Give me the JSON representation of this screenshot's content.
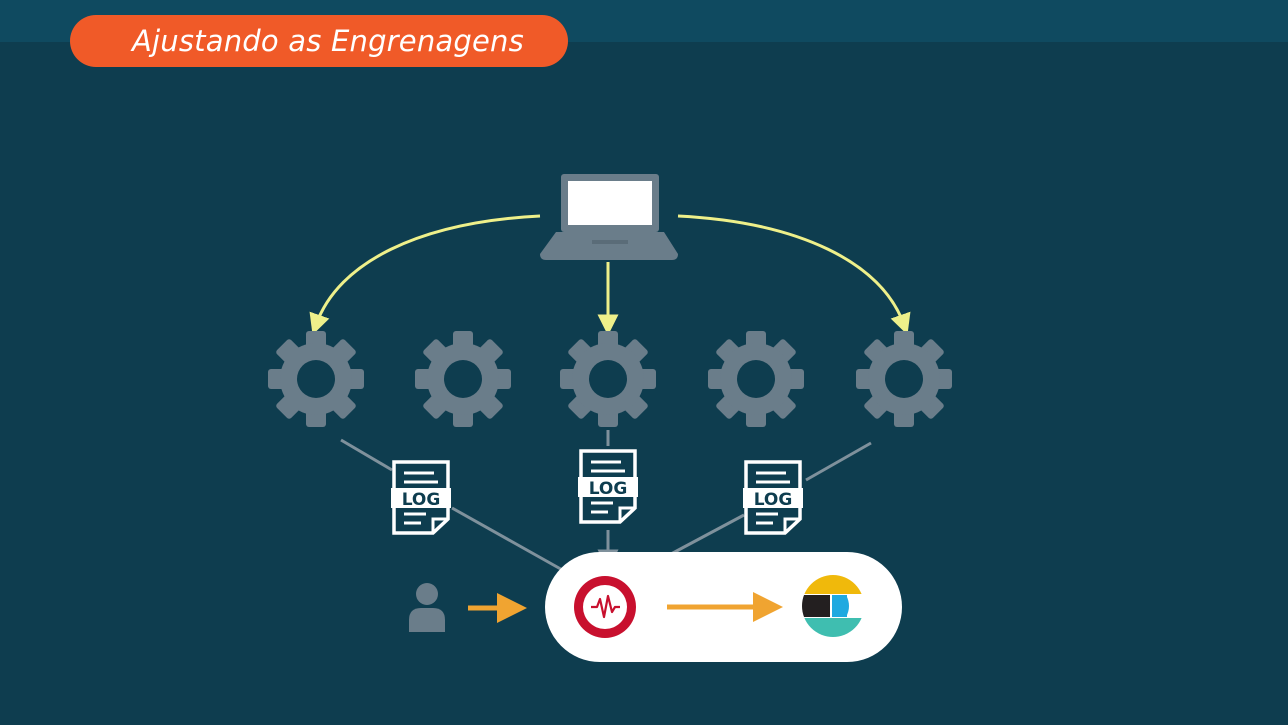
{
  "header": {
    "title": "Ajustando as Engrenagens"
  },
  "diagram": {
    "source": {
      "icon": "laptop-icon"
    },
    "gears": [
      {
        "icon": "gear-icon"
      },
      {
        "icon": "gear-icon"
      },
      {
        "icon": "gear-icon"
      },
      {
        "icon": "gear-icon"
      },
      {
        "icon": "gear-icon"
      }
    ],
    "logs": [
      {
        "icon": "log-file-icon",
        "label": "LOG"
      },
      {
        "icon": "log-file-icon",
        "label": "LOG"
      },
      {
        "icon": "log-file-icon",
        "label": "LOG"
      }
    ],
    "user": {
      "icon": "user-icon"
    },
    "monitor": {
      "icon": "apm-monitor-icon"
    },
    "destination": {
      "icon": "elasticsearch-logo"
    }
  },
  "colors": {
    "background": "#0e3d4f",
    "topbar": "#0f4a60",
    "title_pill": "#f05a28",
    "icon_gray": "#6a7d8a",
    "connector_yellow": "#eef08a",
    "connector_gray": "#7f919c",
    "flow_orange": "#f0a431",
    "monitor_red": "#c8102e",
    "panel_white": "#ffffff"
  }
}
